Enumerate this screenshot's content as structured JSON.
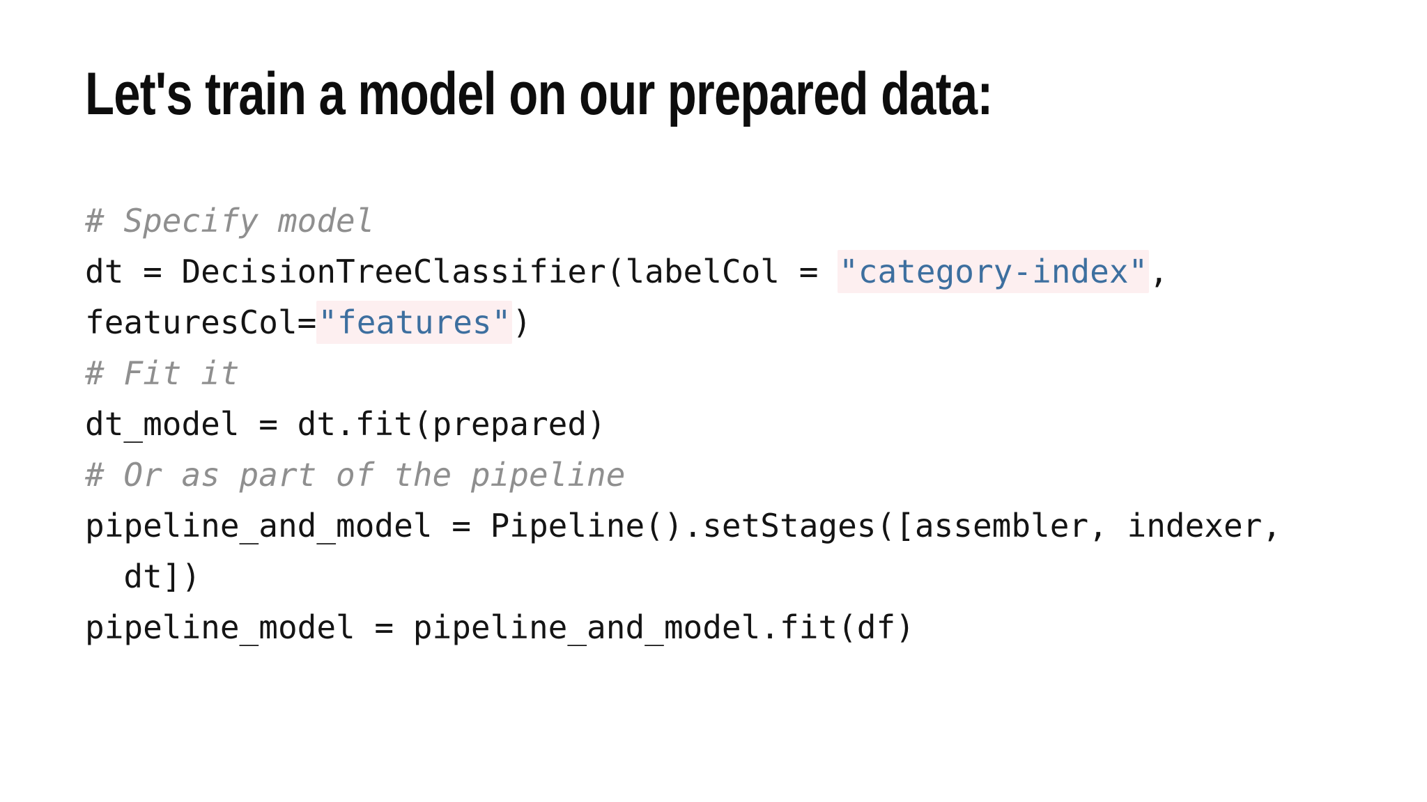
{
  "title": "Let's train a model on our prepared data:",
  "colors": {
    "background": "#ffffff",
    "title_text": "#0d0d0d",
    "code_text": "#141414",
    "comment_text": "#8f8f8f",
    "string_text": "#3d6f9f",
    "string_highlight_bg": "#fdeff0"
  },
  "code": {
    "language": "python",
    "lines": [
      {
        "type": "comment",
        "segments": [
          {
            "text": "# Specify model",
            "string": false
          }
        ]
      },
      {
        "type": "code",
        "segments": [
          {
            "text": "dt = DecisionTreeClassifier(labelCol = ",
            "string": false
          },
          {
            "text": "\"category-index\"",
            "string": true
          },
          {
            "text": ",",
            "string": false
          }
        ]
      },
      {
        "type": "code",
        "segments": [
          {
            "text": "featuresCol=",
            "string": false
          },
          {
            "text": "\"features\"",
            "string": true
          },
          {
            "text": ")",
            "string": false
          }
        ]
      },
      {
        "type": "comment",
        "segments": [
          {
            "text": "# Fit it",
            "string": false
          }
        ]
      },
      {
        "type": "code",
        "segments": [
          {
            "text": "dt_model = dt.fit(prepared)",
            "string": false
          }
        ]
      },
      {
        "type": "comment",
        "segments": [
          {
            "text": "# Or as part of the pipeline",
            "string": false
          }
        ]
      },
      {
        "type": "code",
        "segments": [
          {
            "text": "pipeline_and_model = Pipeline().setStages([assembler, indexer,",
            "string": false
          }
        ]
      },
      {
        "type": "code",
        "segments": [
          {
            "text": "  dt])",
            "string": false
          }
        ]
      },
      {
        "type": "code",
        "segments": [
          {
            "text": "pipeline_model = pipeline_and_model.fit(df)",
            "string": false
          }
        ]
      }
    ]
  }
}
